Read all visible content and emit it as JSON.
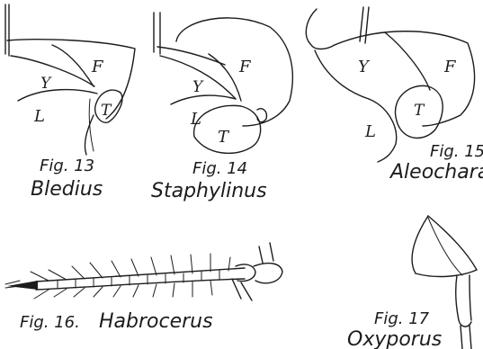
{
  "figures": [
    {
      "fig_label": "Fig. 13",
      "name": "Bledius",
      "part_labels": [
        "F",
        "Y",
        "L",
        "T"
      ]
    },
    {
      "fig_label": "Fig. 14",
      "name": "Staphylinus",
      "part_labels": [
        "F",
        "Y",
        "L",
        "T"
      ]
    },
    {
      "fig_label": "Fig. 15",
      "name": "Aleochara",
      "part_labels": [
        "Y",
        "F",
        "L",
        "T"
      ]
    },
    {
      "fig_label": "Fig. 16.",
      "name": "Habrocerus",
      "part_labels": []
    },
    {
      "fig_label": "Fig. 17",
      "name": "Oxyporus",
      "part_labels": []
    }
  ],
  "colors": {
    "ink": "#1c1c1c",
    "paper": "#ffffff"
  }
}
